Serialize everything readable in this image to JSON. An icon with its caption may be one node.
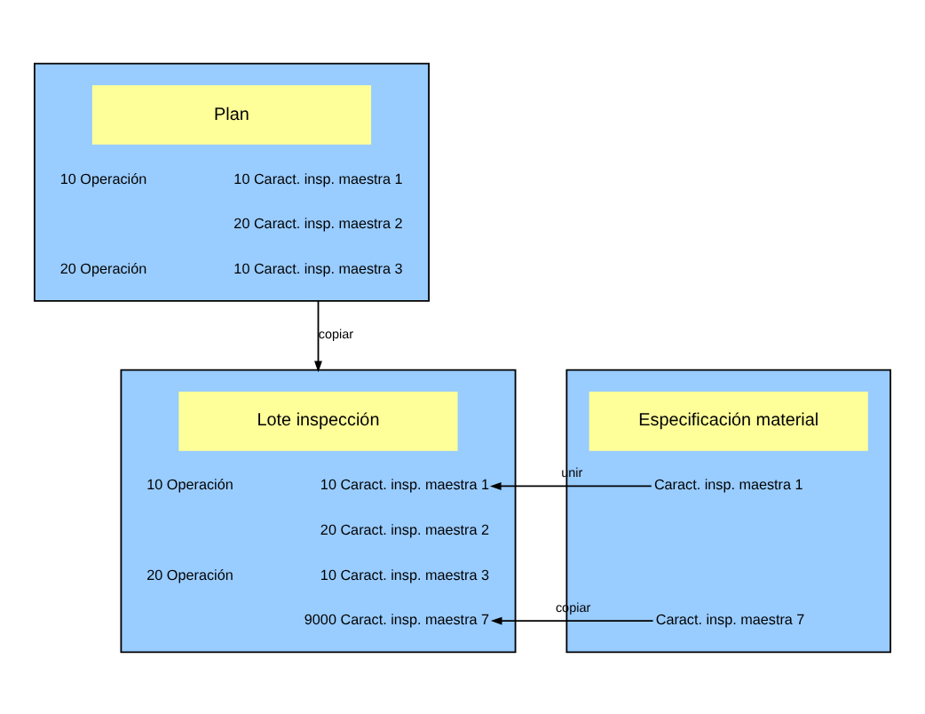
{
  "diagram": {
    "nodes": [
      {
        "text": [],
        "shape": "box"
      },
      {
        "text": [
          "Plan"
        ],
        "in": 0
      },
      {
        "text": [
          "10 Operación"
        ],
        "in": 0
      },
      {
        "text": [
          "10 Caract. insp. maestra 1"
        ],
        "in": 0
      },
      {
        "text": [
          "20 Caract. insp. maestra 2"
        ],
        "in": 0
      },
      {
        "text": [
          "20 Operación"
        ],
        "in": 0
      },
      {
        "text": [
          "10 Caract. insp. maestra 3"
        ],
        "in": 0
      },
      {
        "text": [],
        "shape": "box"
      },
      {
        "text": [
          "Lote inspección"
        ],
        "in": 7
      },
      {
        "text": [
          "10 Operación"
        ],
        "in": 7
      },
      {
        "text": [
          "10 Caract. insp. maestra 1"
        ],
        "in": 7
      },
      {
        "text": [
          "20 Caract. insp. maestra 2"
        ],
        "in": 7
      },
      {
        "text": [
          "20 Operación"
        ],
        "in": 7
      },
      {
        "text": [
          "10 Caract. insp. maestra 3"
        ],
        "in": 7
      },
      {
        "text": [
          "9000 Caract. insp. maestra 7"
        ],
        "in": 7
      },
      {
        "text": [],
        "shape": "box"
      },
      {
        "text": [
          "Especificación material"
        ],
        "in": 15
      },
      {
        "text": [
          "Caract. insp. maestra 1"
        ],
        "in": 15
      },
      {
        "text": [
          "Caract. insp. maestra 7"
        ],
        "in": 15
      }
    ],
    "edges": [
      {
        "from": 0,
        "to": 7,
        "arrow": "to",
        "label": "copiar"
      },
      {
        "from": 17,
        "to": 10,
        "arrow": "to",
        "label": "unir"
      },
      {
        "from": 18,
        "to": 14,
        "arrow": "to",
        "label": "copiar"
      }
    ]
  }
}
